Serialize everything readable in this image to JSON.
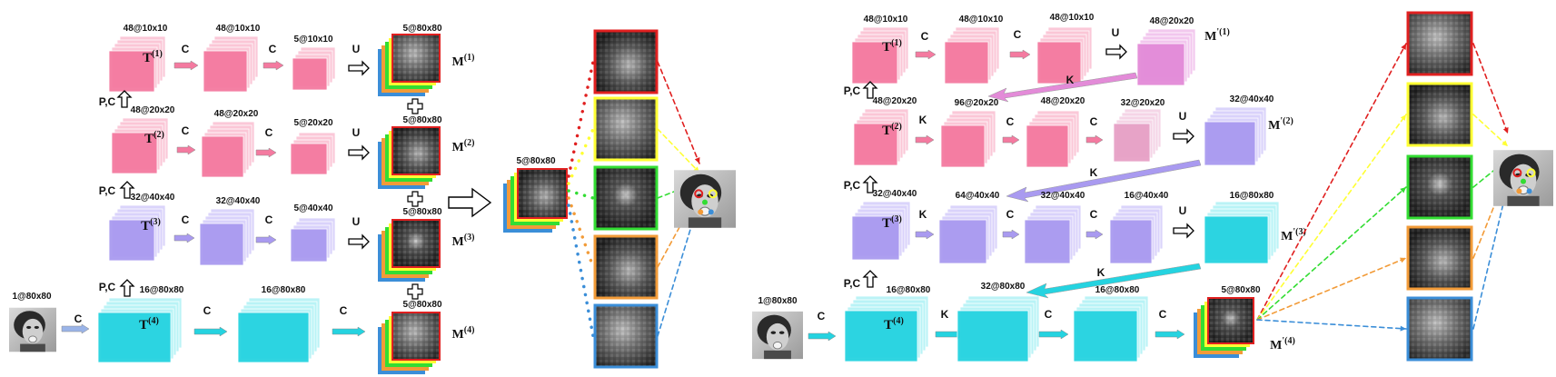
{
  "colors": {
    "pink": "#f47aa0",
    "pink_light": "#fbc6d6",
    "lavender": "#a99af0",
    "lavender_light": "#d9d2fb",
    "cyan": "#25d3e0",
    "cyan_light": "#b8f3f6",
    "mauve": "#e38bd8",
    "red": "#e02020",
    "yellow": "#ffff33",
    "green": "#33dd33",
    "orange": "#f29b38",
    "blue": "#3b8ed8"
  },
  "icons": [
    "face-photo-icon",
    "heatmap-icon",
    "annotated-face-icon",
    "plus-icon",
    "hollow-arrow-icon"
  ],
  "left": {
    "input_label": "1@80x80",
    "op_c": "C",
    "op_u": "U",
    "op_pc": "P,C",
    "labels": [
      "48@10x10",
      "48@10x10",
      "5@10x10",
      "5@80x80",
      "48@20x20",
      "48@20x20",
      "5@20x20",
      "5@80x80",
      "32@40x40",
      "32@40x40",
      "5@40x40",
      "5@80x80",
      "16@80x80",
      "16@80x80",
      "5@80x80",
      "5@80x80"
    ],
    "t_main": [
      "T",
      "T",
      "T",
      "T"
    ],
    "t_sup": [
      "(1)",
      "(2)",
      "(3)",
      "(4)"
    ],
    "m_main": [
      "M",
      "M",
      "M",
      "M"
    ],
    "m_sup": [
      "(1)",
      "(2)",
      "(3)",
      "(4)"
    ]
  },
  "right": {
    "input_label": "1@80x80",
    "op_c": "C",
    "op_u": "U",
    "op_k": "K",
    "op_pc": "P,C",
    "labels": [
      "48@10x10",
      "48@10x10",
      "48@10x10",
      "48@20x20",
      "48@20x20",
      "96@20x20",
      "48@20x20",
      "32@20x20",
      "32@40x40",
      "32@40x40",
      "64@40x40",
      "32@40x40",
      "16@40x40",
      "16@80x80",
      "16@80x80",
      "32@80x80",
      "16@80x80",
      "5@80x80"
    ],
    "t_main": [
      "T",
      "T",
      "T",
      "T"
    ],
    "t_sup": [
      "(1)",
      "(2)",
      "(3)",
      "(4)"
    ],
    "m_main": [
      "M",
      "M",
      "M",
      "M"
    ],
    "m_sup": [
      "'(1)",
      "'(2)",
      "'(3)",
      "'(4)"
    ]
  }
}
